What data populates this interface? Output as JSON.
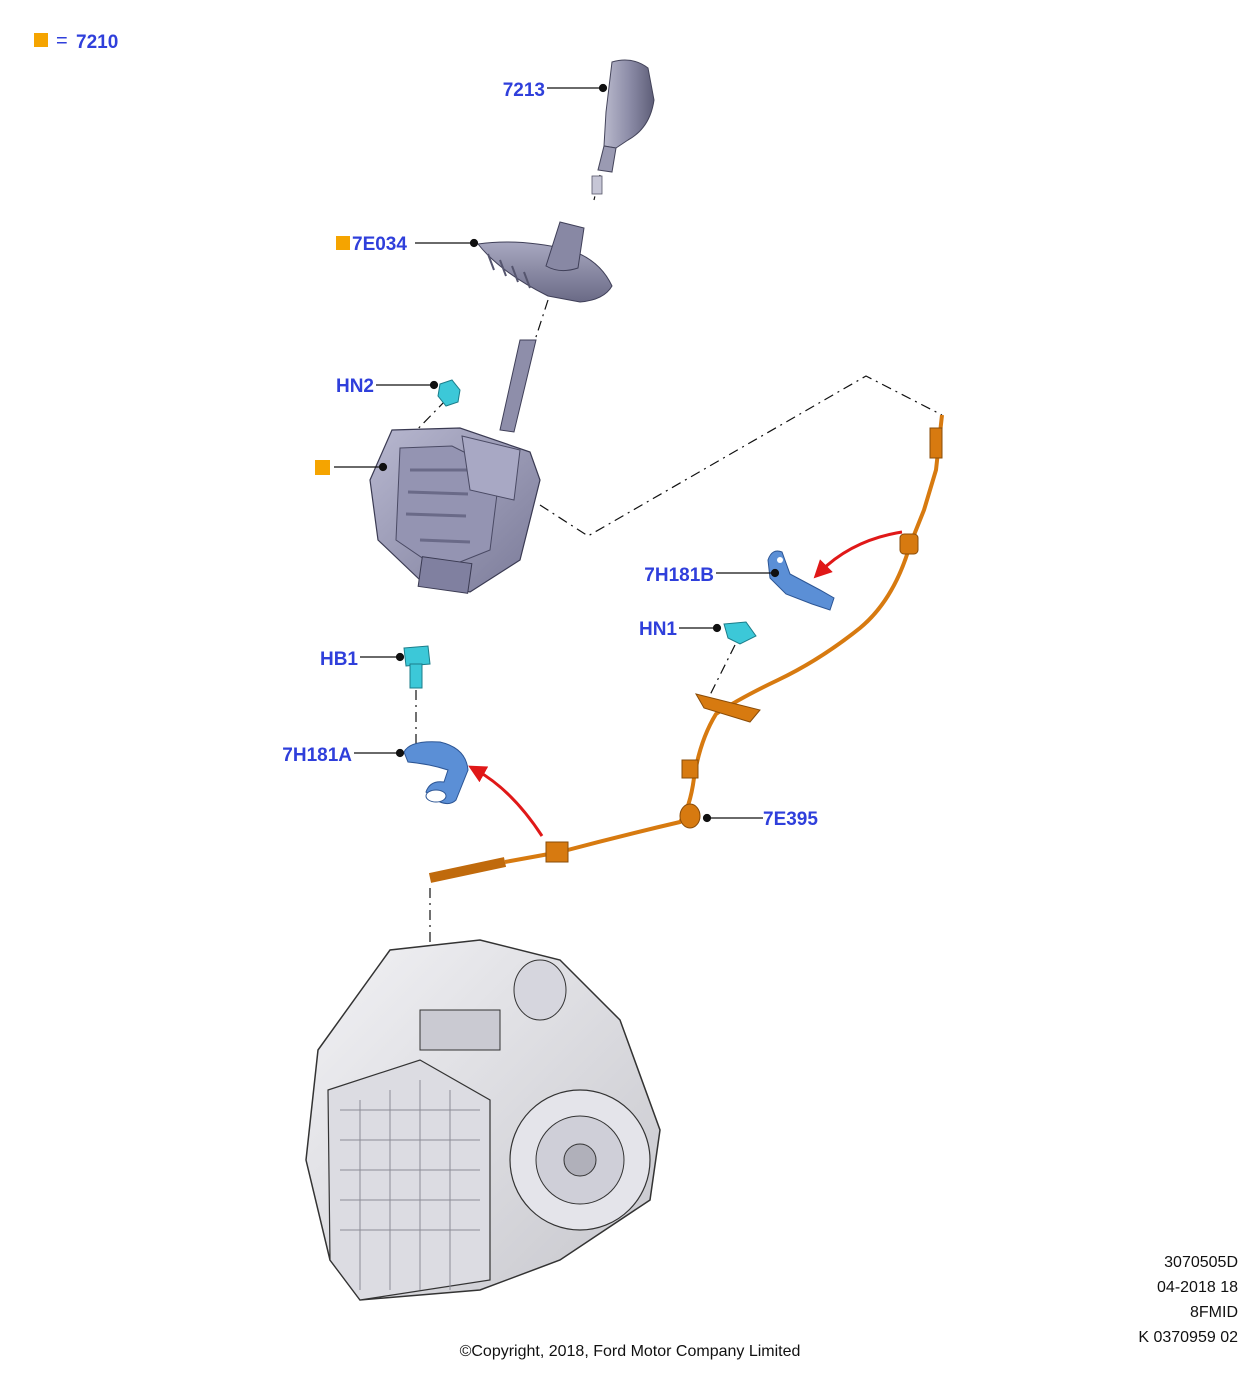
{
  "legend": {
    "marker_color": "#f5a400",
    "equals": "=",
    "code": "7210"
  },
  "callouts": {
    "knob": "7213",
    "boot": "7E034",
    "nut_upper": "HN2",
    "bracket_b": "7H181B",
    "nut_lower": "HN1",
    "bolt": "HB1",
    "bracket_a": "7H181A",
    "cable": "7E395"
  },
  "meta": {
    "line1": "3070505D",
    "line2": "04-2018 18",
    "line3": "8FMID",
    "line4": "K 0370959 02"
  },
  "copyright": "©Copyright, 2018, Ford Motor Company Limited",
  "colors": {
    "label": "#2f3fdb",
    "marker": "#f5a400",
    "cable": "#d77a10",
    "bracket": "#5b8fd6",
    "fastener": "#3cc8d8",
    "arrow": "#e01818",
    "part_gray": "#8a8aa6"
  },
  "icons": {
    "legend_marker": "square",
    "arrow_a": "red-curved-arrow",
    "arrow_b": "red-curved-arrow"
  }
}
